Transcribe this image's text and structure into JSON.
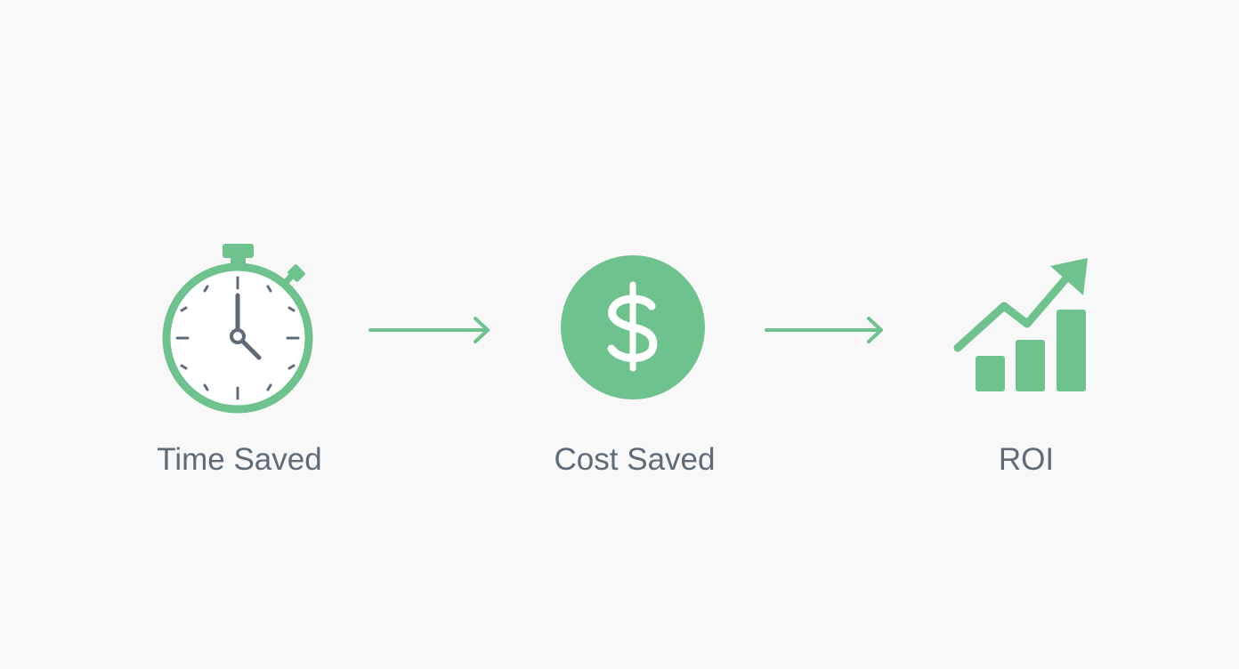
{
  "colors": {
    "background": "#f7f8f7",
    "accent_green": "#6dc28e",
    "clock_hands": "#5f6b78",
    "label_text": "#5f6b78"
  },
  "steps": [
    {
      "label": "Time Saved",
      "icon": "stopwatch-icon"
    },
    {
      "label": "Cost Saved",
      "icon": "dollar-coin-icon"
    },
    {
      "label": "ROI",
      "icon": "growth-chart-icon"
    }
  ],
  "connectors": [
    {
      "from": "Time Saved",
      "to": "Cost Saved",
      "icon": "arrow-right-icon"
    },
    {
      "from": "Cost Saved",
      "to": "ROI",
      "icon": "arrow-right-icon"
    }
  ]
}
